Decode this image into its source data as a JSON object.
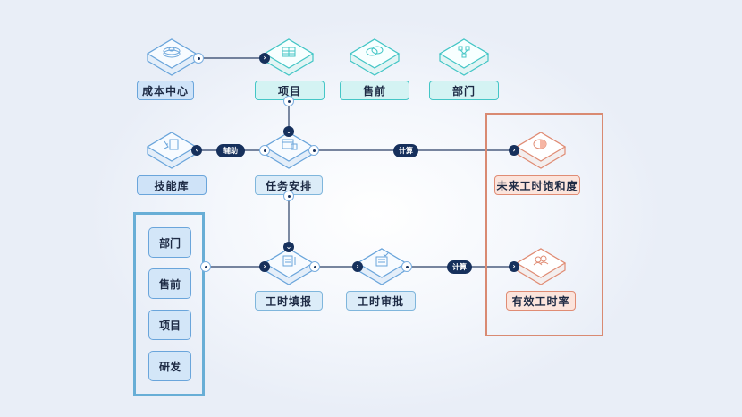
{
  "colors": {
    "connector": "#16305c",
    "blue_node": "#6aa5db",
    "cyan_node": "#44c6c6",
    "red_node": "#e08c74",
    "left_group_border": "#68aed6",
    "right_group_border": "#d98a72"
  },
  "nodes": {
    "cost_center": {
      "label": "成本中心",
      "icon": "coins-icon"
    },
    "project": {
      "label": "项目",
      "icon": "table-icon"
    },
    "presale": {
      "label": "售前",
      "icon": "chat-bubbles-icon"
    },
    "department": {
      "label": "部门",
      "icon": "org-chart-icon"
    },
    "skill_library": {
      "label": "技能库",
      "icon": "tree-doc-icon"
    },
    "task_arrangement": {
      "label": "任务安排",
      "icon": "calendar-doc-icon"
    },
    "future_saturation": {
      "label": "未来工时饱和度",
      "icon": "pie-chart-icon"
    },
    "timesheet_fill": {
      "label": "工时填报",
      "icon": "doc-pen-icon"
    },
    "timesheet_approval": {
      "label": "工时审批",
      "icon": "checklist-icon"
    },
    "effective_rate": {
      "label": "有效工时率",
      "icon": "users-icon"
    }
  },
  "edge_labels": {
    "assist": "辅助",
    "compute_1": "计算",
    "compute_2": "计算"
  },
  "left_group": {
    "items": [
      "部门",
      "售前",
      "项目",
      "研发"
    ]
  }
}
